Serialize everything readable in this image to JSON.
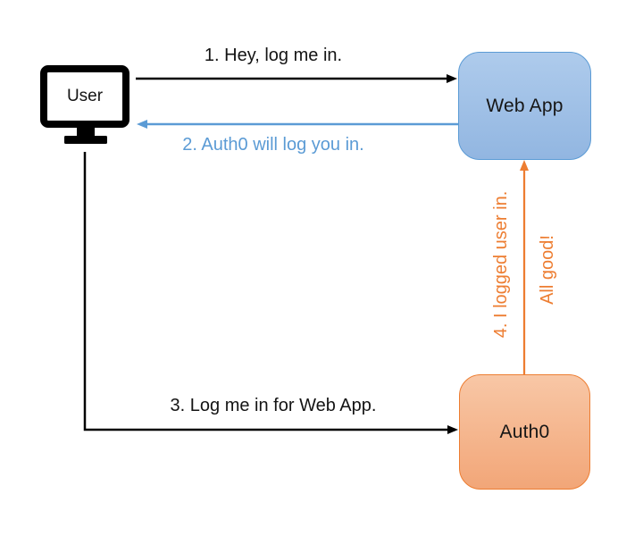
{
  "diagram": {
    "nodes": {
      "user": {
        "label": "User"
      },
      "web_app": {
        "label": "Web App"
      },
      "auth0": {
        "label": "Auth0"
      }
    },
    "messages": {
      "msg1": "1. Hey, log me in.",
      "msg2": "2. Auth0 will log you in.",
      "msg3": "3. Log me in for Web App.",
      "msg4": "4. I logged user in.",
      "msg4b": "All good!"
    },
    "colors": {
      "black": "#000000",
      "blue": "#5B9BD5",
      "orange": "#ED7D31",
      "web_app_fill_top": "#AECBEC",
      "web_app_fill_bottom": "#92B6E1",
      "web_app_border": "#5B9BD5",
      "auth0_fill_top": "#F8C7A6",
      "auth0_fill_bottom": "#F2A678",
      "auth0_border": "#ED7D31",
      "background": "#FFFFFF"
    }
  }
}
